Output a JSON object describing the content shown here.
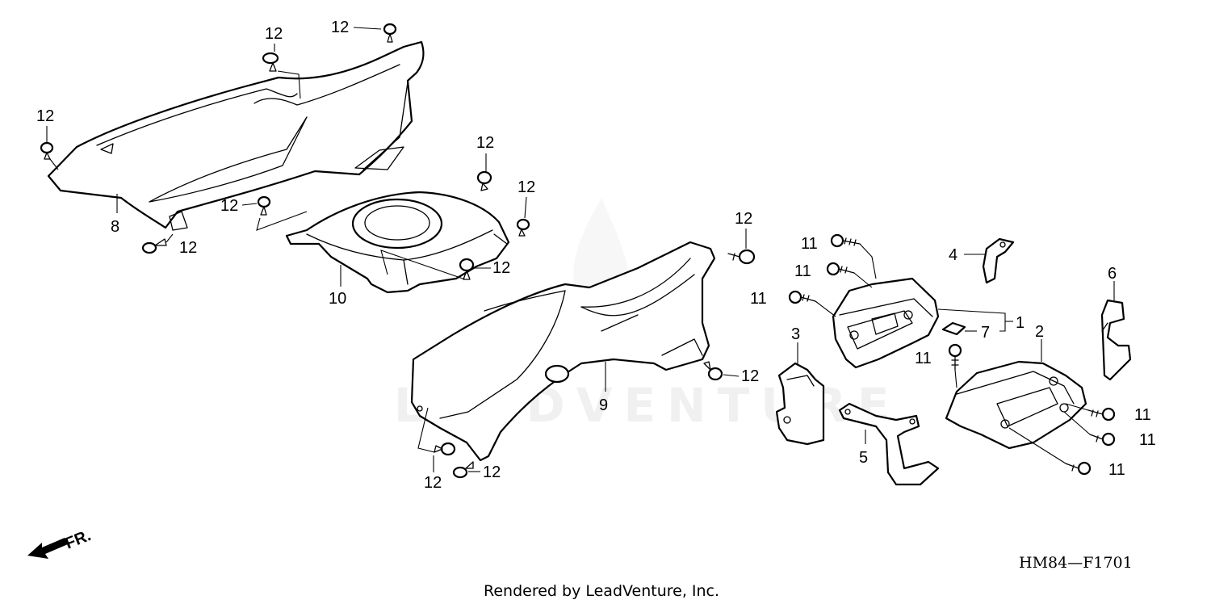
{
  "diagram": {
    "watermark": "LEADVENTURE",
    "code": "HM84—F1701",
    "credit": "Rendered by LeadVenture, Inc.",
    "direction": "FR.",
    "callouts": {
      "c1": "1",
      "c2": "2",
      "c3": "3",
      "c4": "4",
      "c5": "5",
      "c6": "6",
      "c7": "7",
      "c8": "8",
      "c9": "9",
      "c10": "10",
      "c11": "11",
      "c12": "12"
    },
    "colors": {
      "line": "#000000",
      "background": "#ffffff",
      "watermark": "#f0f0f0"
    }
  }
}
